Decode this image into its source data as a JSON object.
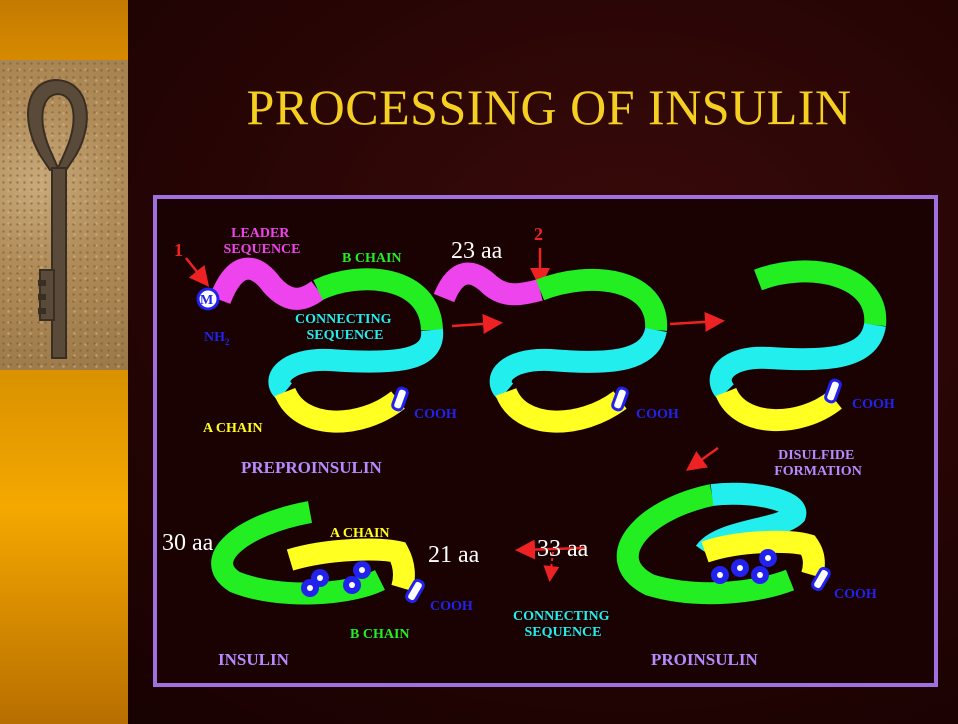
{
  "slide": {
    "title": "PROCESSING OF INSULIN",
    "colors": {
      "title": "#f5d020",
      "frame": "#a070e0",
      "sidebar": "#f0a000"
    }
  },
  "diagram": {
    "step_labels": {
      "cleavage_1": "1",
      "cleavage_2": "2"
    },
    "labels": {
      "leader_sequence": "LEADER SEQUENCE",
      "b_chain": "B CHAIN",
      "connecting_sequence": "CONNECTING SEQUENCE",
      "a_chain": "A CHAIN",
      "methionine": "M",
      "amino_terminus": "NH",
      "amino_terminus_sub": "2",
      "carboxy_terminus": "COOH",
      "disulfide_formation": "DISULFIDE FORMATION",
      "leader_length": "23 aa",
      "b_chain_length": "30 aa",
      "a_chain_length": "21 aa",
      "connecting_length": "33 aa"
    },
    "stage_names": {
      "preproinsulin": "PREPROINSULIN",
      "proinsulin": "PROINSULIN",
      "insulin": "INSULIN"
    },
    "colors": {
      "leader": "#ee44ee",
      "b_chain": "#22ee22",
      "connecting": "#22eeee",
      "a_chain": "#ffff22",
      "arrow": "#ee2222",
      "terminus": "#2222ee",
      "stage_name": "#b48cff"
    }
  }
}
